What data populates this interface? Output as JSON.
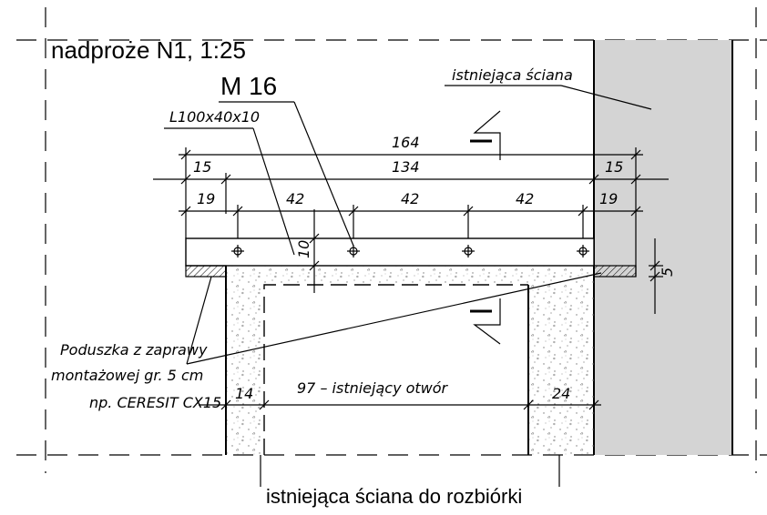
{
  "title": "nadproże N1, 1:25",
  "bolt_label": "M 16",
  "angle_label": "L100x40x10",
  "existing_wall_label": "istniejąca ściana",
  "dims": {
    "overall": "164",
    "inner": "134",
    "left_edge": "15",
    "right_edge": "15",
    "left_bolt_edge": "19",
    "right_bolt_edge": "19",
    "spacing_1": "42",
    "spacing_2": "42",
    "spacing_3": "42",
    "angle_height": "10",
    "pad_thickness": "5",
    "opening": "97 – istniejący otwór",
    "left_pier": "14",
    "right_pier": "24"
  },
  "pad_note": {
    "line1": "Poduszka z zaprawy",
    "line2": "montażowej gr. 5 cm",
    "line3": "np. CERESIT CX15"
  },
  "demolition_label": "istniejąca ściana do rozbiórki",
  "colors": {
    "wall_fill": "#d4d4d4",
    "line": "#000000"
  }
}
